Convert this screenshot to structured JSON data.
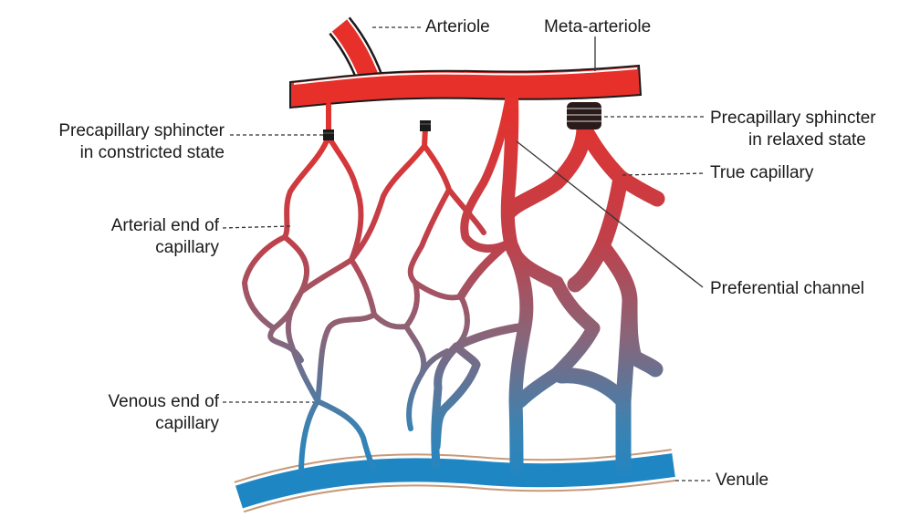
{
  "labels": {
    "arteriole": "Arteriole",
    "meta_arteriole": "Meta-arteriole",
    "sphincter_constricted": [
      "Precapillary sphincter",
      "in constricted state"
    ],
    "sphincter_relaxed": [
      "Precapillary sphincter",
      "in relaxed state"
    ],
    "true_capillary": "True capillary",
    "arterial_end": [
      "Arterial end of",
      "capillary"
    ],
    "preferential_channel": "Preferential channel",
    "venous_end": [
      "Venous end of",
      "capillary"
    ],
    "venule": "Venule"
  },
  "colors": {
    "arterial": "#e8302a",
    "venous": "#1f86c4",
    "vessel_edge": "#1a1a1a",
    "leader_line": "#333333",
    "venule_outline": "#c79a7a"
  }
}
